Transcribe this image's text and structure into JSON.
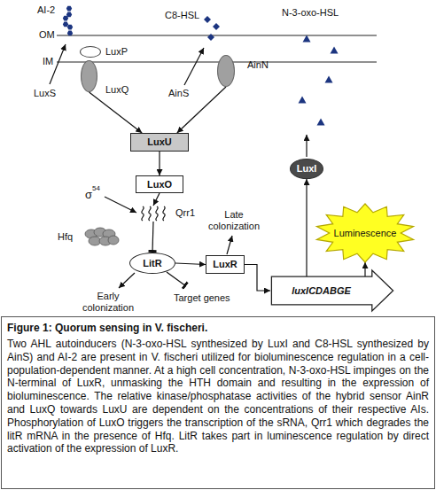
{
  "diagram": {
    "caption": "Figure 1: Quorum sensing in V. fischeri.",
    "nodes": [
      {
        "text": [
          "LuxP"
        ]
      },
      {
        "text": [
          "LuxQ"
        ]
      },
      {
        "text": [
          "AinN"
        ]
      },
      {
        "text": [
          "LuxU"
        ]
      },
      {
        "text": [
          "LuxO"
        ]
      },
      {
        "text": [
          "Qrr1"
        ]
      },
      {
        "text": [
          "Hfq"
        ]
      },
      {
        "text": [
          "LitR"
        ]
      },
      {
        "text": [
          "LuxR"
        ]
      },
      {
        "text": [
          "LuxI"
        ]
      },
      {
        "text": [
          "Luminescence"
        ]
      },
      {
        "text": [
          "luxICDABGE"
        ]
      }
    ],
    "edges": [
      {
        "from": 1,
        "to": 3,
        "arrow": "to"
      },
      {
        "from": 2,
        "to": 3,
        "arrow": "to"
      },
      {
        "from": 3,
        "to": 4,
        "arrow": "to"
      },
      {
        "from": 4,
        "to": 5,
        "arrow": "to"
      },
      {
        "from": 5,
        "to": 7,
        "arrow": "to"
      },
      {
        "from": 7,
        "to": 8,
        "arrow": "to"
      },
      {
        "from": 8,
        "to": 11,
        "arrow": "to"
      },
      {
        "from": 11,
        "to": 9,
        "arrow": "to"
      },
      {
        "from": 11,
        "to": 10,
        "arrow": "to"
      }
    ],
    "labels": [
      "AI-2",
      "C8-HSL",
      "N-3-oxo-HSL",
      "OM",
      "IM",
      "LuxS",
      "AinS",
      "σ",
      "54",
      "Late colonization",
      "Early colonization",
      "Target genes",
      "Two AHL autoinducers (N-3-oxo-HSL synthesized by LuxI and C8-HSL synthesized by AinS) and AI-2 are present in V. fischeri utilized for bioluminescence regulation in a cell-population-dependent manner. At a high cell concentration, N-3-oxo-HSL impinges on the N-terminal of LuxR, unmasking the HTH domain and resulting in the expression of bioluminescence. The relative kinase/phosphatase activities of the hybrid sensor AinR and LuxQ towards LuxU are dependent on the concentrations of their respective AIs. Phosphorylation of LuxO triggers the transcription of the sRNA, Qrr1 which degrades the litR mRNA in the presence of Hfq. LitR takes part in luminescence regulation by direct activation of the expression of LuxR."
    ]
  }
}
